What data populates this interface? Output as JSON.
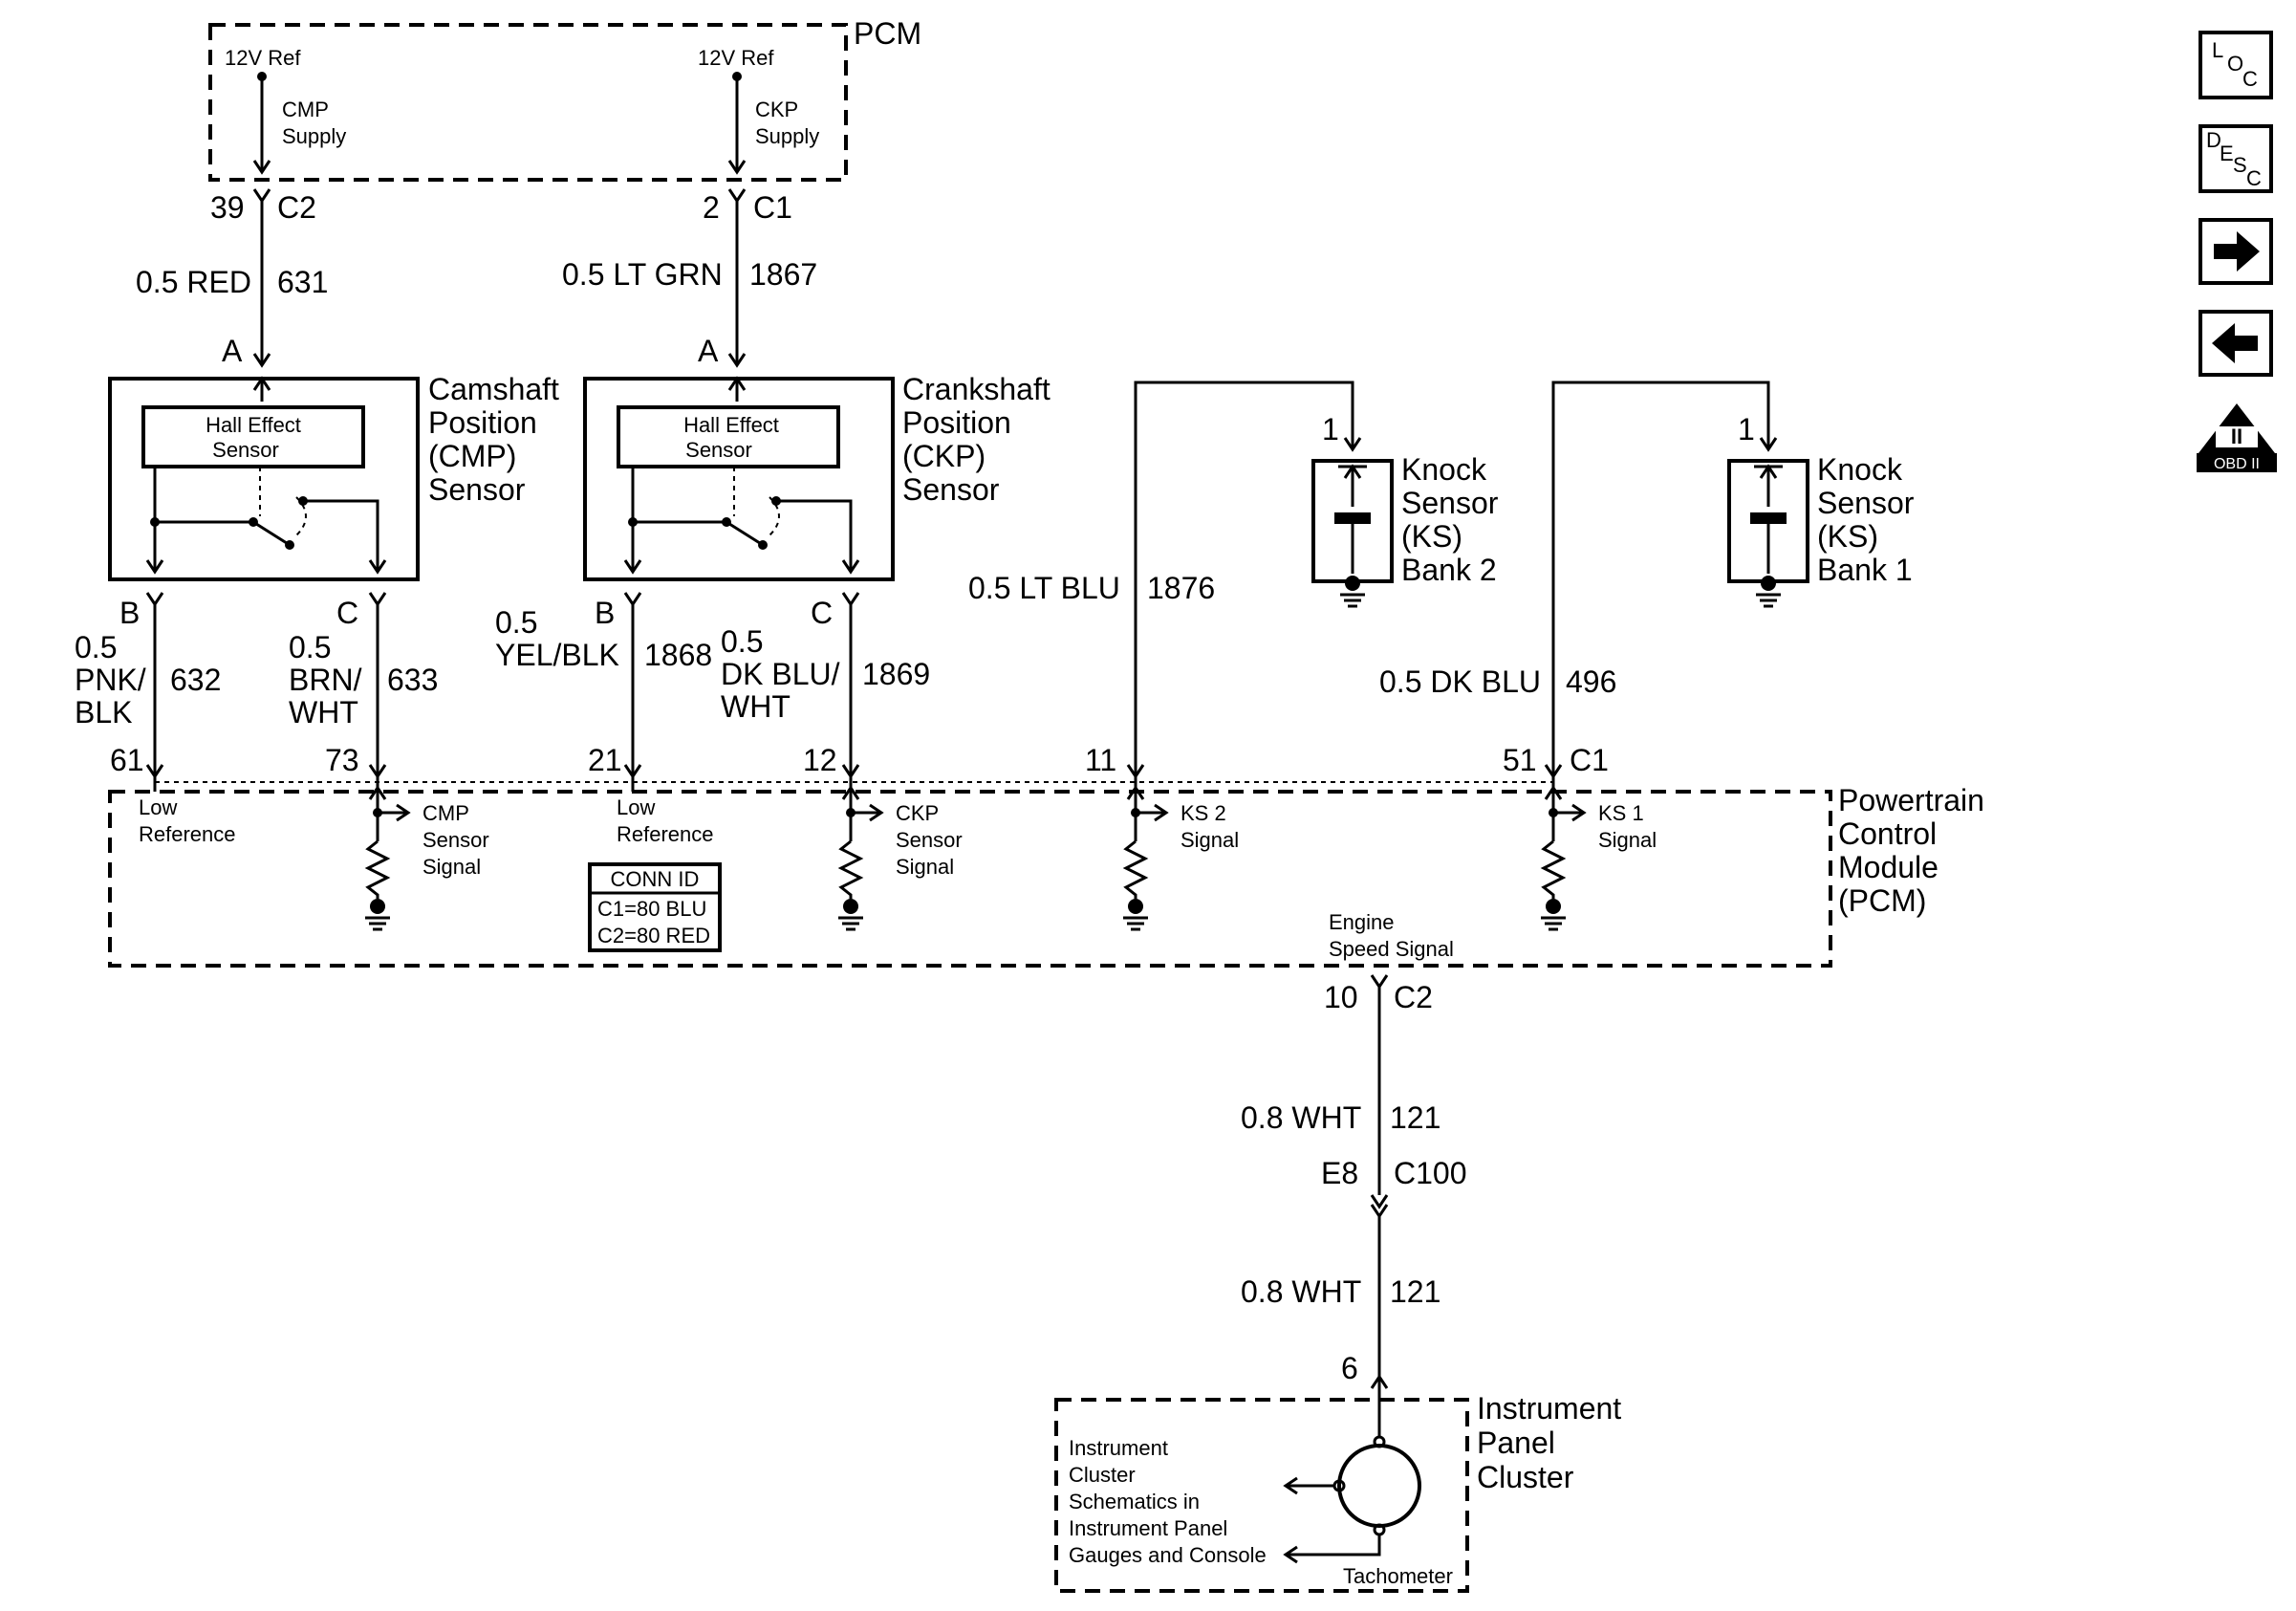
{
  "pcm_top": {
    "label": "PCM",
    "ref_left": "12V Ref",
    "ref_right": "12V Ref",
    "cmp_supply": [
      "CMP",
      "Supply"
    ],
    "ckp_supply": [
      "CKP",
      "Supply"
    ],
    "pin_left": "39",
    "conn_left": "C2",
    "pin_right": "2",
    "conn_right": "C1"
  },
  "wires": {
    "cmp_supply": {
      "gauge": "0.5 RED",
      "circuit": "631"
    },
    "ckp_supply": {
      "gauge": "0.5 LT GRN",
      "circuit": "1867"
    },
    "cmp_low": {
      "gauge": [
        "0.5",
        "PNK/",
        "BLK"
      ],
      "circuit": "632"
    },
    "cmp_signal": {
      "gauge": [
        "0.5",
        "BRN/",
        "WHT"
      ],
      "circuit": "633"
    },
    "ckp_low": {
      "gauge": [
        "0.5",
        "YEL/BLK"
      ],
      "circuit": "1868"
    },
    "ckp_signal": {
      "gauge": [
        "0.5",
        "DK BLU/",
        "WHT"
      ],
      "circuit": "1869"
    },
    "ks2": {
      "gauge": "0.5 LT BLU",
      "circuit": "1876"
    },
    "ks1": {
      "gauge": "0.5 DK BLU",
      "circuit": "496"
    },
    "tach_upper": {
      "gauge": "0.8 WHT",
      "circuit": "121"
    },
    "tach_lower": {
      "gauge": "0.8 WHT",
      "circuit": "121"
    }
  },
  "cmp_sensor": {
    "title": [
      "Camshaft",
      "Position",
      "(CMP)",
      "Sensor"
    ],
    "inner": [
      "Hall Effect",
      "Sensor"
    ],
    "term_a": "A",
    "term_b": "B",
    "term_c": "C"
  },
  "ckp_sensor": {
    "title": [
      "Crankshaft",
      "Position",
      "(CKP)",
      "Sensor"
    ],
    "inner": [
      "Hall Effect",
      "Sensor"
    ],
    "term_a": "A",
    "term_b": "B",
    "term_c": "C"
  },
  "ks_bank2": {
    "pin": "1",
    "title": [
      "Knock",
      "Sensor",
      "(KS)",
      "Bank 2"
    ]
  },
  "ks_bank1": {
    "pin": "1",
    "title": [
      "Knock",
      "Sensor",
      "(KS)",
      "Bank 1"
    ]
  },
  "pcm_pins": {
    "p61": "61",
    "p73": "73",
    "p21": "21",
    "p12": "12",
    "p11": "11",
    "p51": "51",
    "c1": "C1"
  },
  "pcm_module": {
    "title": [
      "Powertrain",
      "Control",
      "Module",
      "(PCM)"
    ],
    "low_ref_1": [
      "Low",
      "Reference"
    ],
    "low_ref_2": [
      "Low",
      "Reference"
    ],
    "cmp_signal": [
      "CMP",
      "Sensor",
      "Signal"
    ],
    "ckp_signal": [
      "CKP",
      "Sensor",
      "Signal"
    ],
    "ks2_signal": [
      "KS 2",
      "Signal"
    ],
    "ks1_signal": [
      "KS 1",
      "Signal"
    ],
    "engine_speed": [
      "Engine",
      "Speed Signal"
    ],
    "conn_id": [
      "CONN ID",
      "C1=80 BLU",
      "C2=80 RED"
    ]
  },
  "tach_path": {
    "pin": "10",
    "conn": "C2",
    "inline_pin": "E8",
    "inline_conn": "C100",
    "cluster_pin": "6"
  },
  "cluster": {
    "title": [
      "Instrument",
      "Panel",
      "Cluster"
    ],
    "note": [
      "Instrument",
      "Cluster",
      "Schematics in",
      "Instrument Panel",
      "Gauges and Console"
    ],
    "tach_label": "Tachometer"
  },
  "nav": {
    "loc": {
      "l": "L",
      "o": "O",
      "c": "C"
    },
    "desc": {
      "d": "D",
      "e": "E",
      "s": "S",
      "c": "C"
    },
    "obd": {
      "roman": "II",
      "label": "OBD II"
    }
  }
}
